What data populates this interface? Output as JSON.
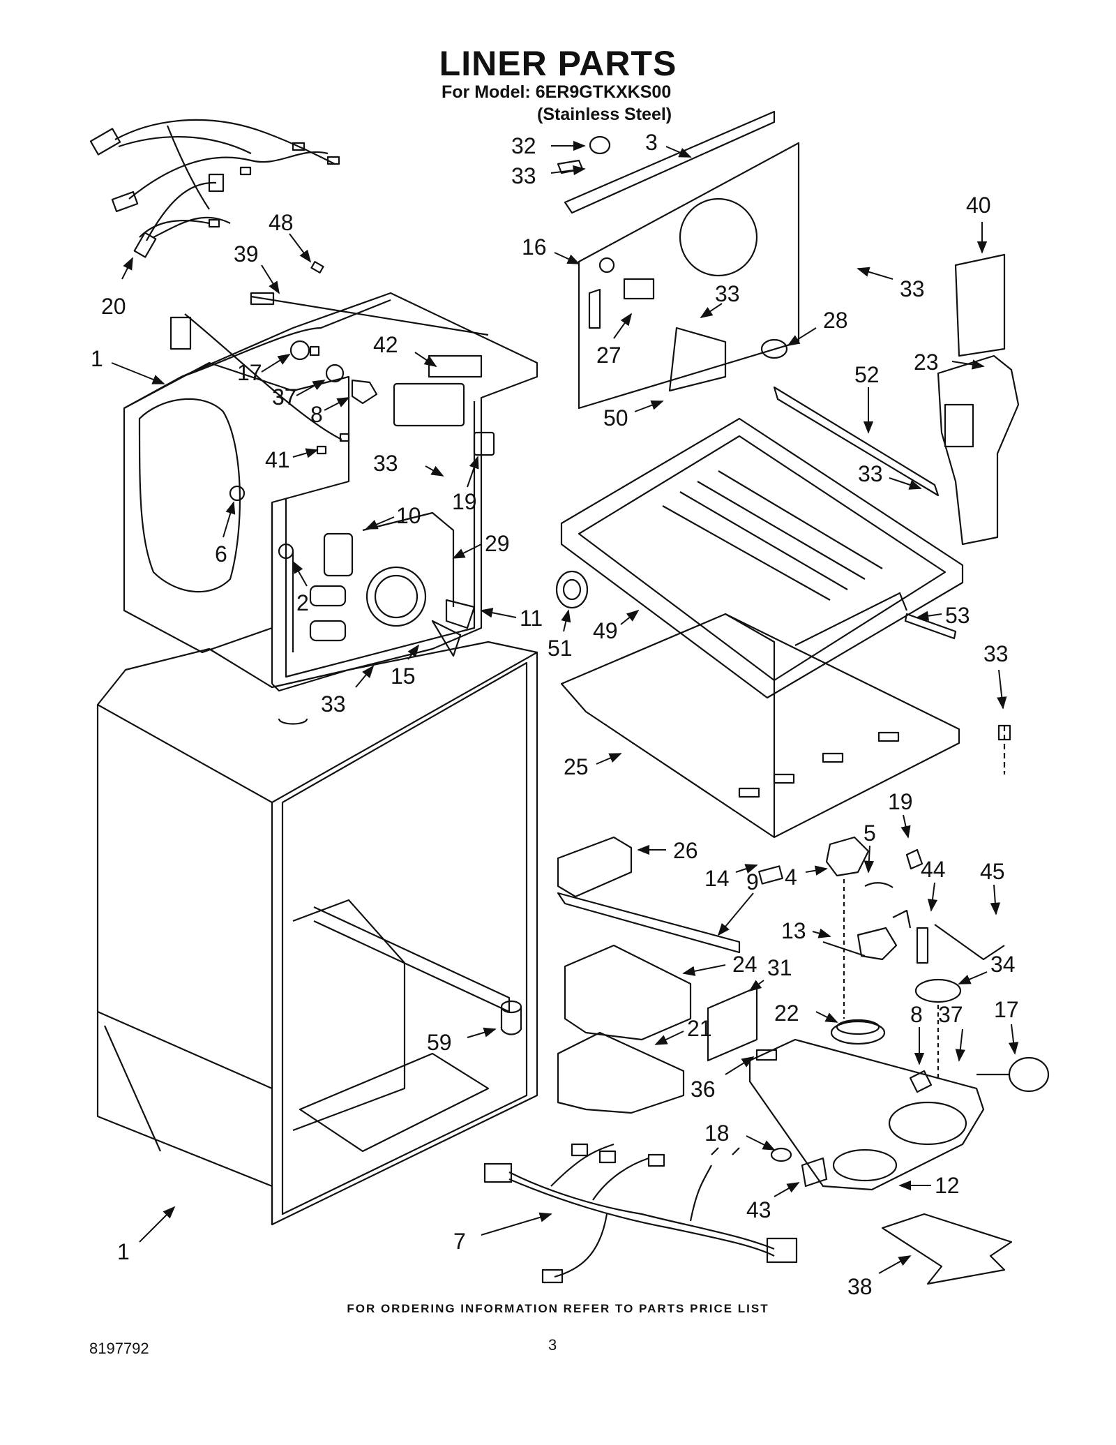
{
  "header": {
    "title": "LINER PARTS",
    "model": "For Model: 6ER9GTKXKS00",
    "finish": "(Stainless Steel)"
  },
  "footer": {
    "ordering_note": "FOR ORDERING INFORMATION REFER TO PARTS PRICE LIST",
    "document_number": "8197792",
    "page_number": "3"
  },
  "callouts": [
    {
      "id": "c20",
      "label": "20"
    },
    {
      "id": "c48",
      "label": "48"
    },
    {
      "id": "c39",
      "label": "39"
    },
    {
      "id": "c1a",
      "label": "1"
    },
    {
      "id": "c17a",
      "label": "17"
    },
    {
      "id": "c42",
      "label": "42"
    },
    {
      "id": "c37a",
      "label": "37"
    },
    {
      "id": "c8a",
      "label": "8"
    },
    {
      "id": "c41",
      "label": "41"
    },
    {
      "id": "c33a",
      "label": "33"
    },
    {
      "id": "c19a",
      "label": "19"
    },
    {
      "id": "c10",
      "label": "10"
    },
    {
      "id": "c6",
      "label": "6"
    },
    {
      "id": "c29",
      "label": "29"
    },
    {
      "id": "c2",
      "label": "2"
    },
    {
      "id": "c11",
      "label": "11"
    },
    {
      "id": "c15",
      "label": "15"
    },
    {
      "id": "c33b",
      "label": "33"
    },
    {
      "id": "c32",
      "label": "32"
    },
    {
      "id": "c3",
      "label": "3"
    },
    {
      "id": "c33c",
      "label": "33"
    },
    {
      "id": "c40",
      "label": "40"
    },
    {
      "id": "c16",
      "label": "16"
    },
    {
      "id": "c33d",
      "label": "33"
    },
    {
      "id": "c33e",
      "label": "33"
    },
    {
      "id": "c27",
      "label": "27"
    },
    {
      "id": "c28",
      "label": "28"
    },
    {
      "id": "c52",
      "label": "52"
    },
    {
      "id": "c23",
      "label": "23"
    },
    {
      "id": "c50",
      "label": "50"
    },
    {
      "id": "c33f",
      "label": "33"
    },
    {
      "id": "c51",
      "label": "51"
    },
    {
      "id": "c49",
      "label": "49"
    },
    {
      "id": "c53",
      "label": "53"
    },
    {
      "id": "c33g",
      "label": "33"
    },
    {
      "id": "c25",
      "label": "25"
    },
    {
      "id": "c19b",
      "label": "19"
    },
    {
      "id": "c26",
      "label": "26"
    },
    {
      "id": "c5",
      "label": "5"
    },
    {
      "id": "c14",
      "label": "14"
    },
    {
      "id": "c9",
      "label": "9"
    },
    {
      "id": "c4",
      "label": "4"
    },
    {
      "id": "c44",
      "label": "44"
    },
    {
      "id": "c45",
      "label": "45"
    },
    {
      "id": "c13",
      "label": "13"
    },
    {
      "id": "c24",
      "label": "24"
    },
    {
      "id": "c31",
      "label": "31"
    },
    {
      "id": "c34",
      "label": "34"
    },
    {
      "id": "c22",
      "label": "22"
    },
    {
      "id": "c17b",
      "label": "17"
    },
    {
      "id": "c8b",
      "label": "8"
    },
    {
      "id": "c37b",
      "label": "37"
    },
    {
      "id": "c59",
      "label": "59"
    },
    {
      "id": "c21",
      "label": "21"
    },
    {
      "id": "c36",
      "label": "36"
    },
    {
      "id": "c18",
      "label": "18"
    },
    {
      "id": "c12",
      "label": "12"
    },
    {
      "id": "c43",
      "label": "43"
    },
    {
      "id": "c7",
      "label": "7"
    },
    {
      "id": "c1b",
      "label": "1"
    },
    {
      "id": "c38",
      "label": "38"
    }
  ]
}
